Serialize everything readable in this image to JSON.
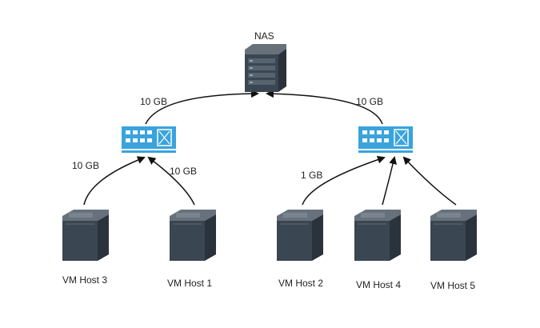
{
  "diagram": {
    "nas": {
      "label": "NAS"
    },
    "hosts": [
      {
        "label": "VM Host 3"
      },
      {
        "label": "VM Host 1"
      },
      {
        "label": "VM Host 2"
      },
      {
        "label": "VM Host 4"
      },
      {
        "label": "VM Host 5"
      }
    ],
    "links": {
      "left_switch_to_nas": "10 GB",
      "right_switch_to_nas": "10 GB",
      "host3_to_left_switch": "10 GB",
      "host1_to_left_switch": "10 GB",
      "host2_to_right_switch": "1 GB"
    },
    "colors": {
      "switch": "#3aa3dd",
      "server_top": "#59636e",
      "server_front": "#34404c",
      "line": "#111111"
    }
  }
}
